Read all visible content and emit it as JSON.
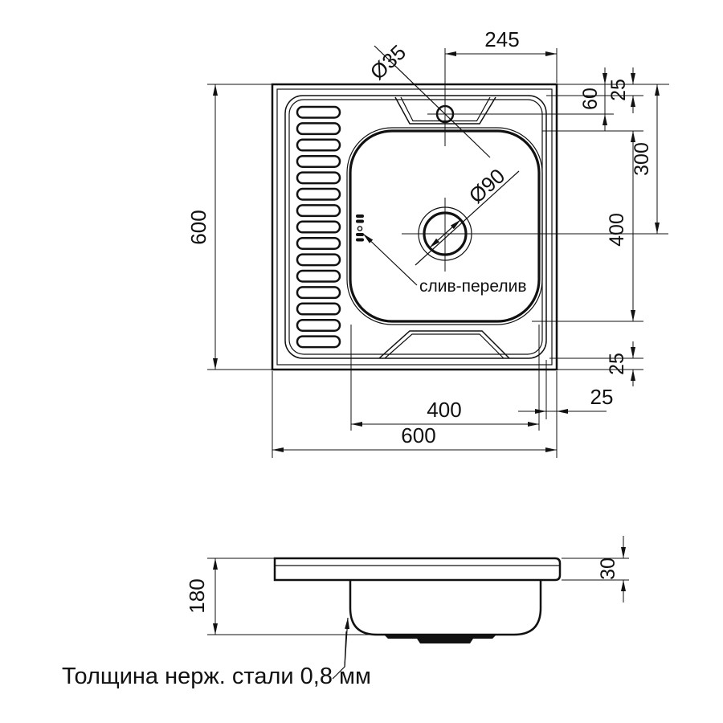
{
  "colors": {
    "line": "#111111",
    "background": "#ffffff"
  },
  "top_view": {
    "dim_overall_width": "600",
    "dim_overall_height": "600",
    "dim_bowl_width": "400",
    "dim_bowl_height": "400",
    "dim_faucet_to_edge": "245",
    "dim_faucet_hole": "Ø35",
    "dim_rim_top": "25",
    "dim_top_to_faucet": "60",
    "dim_top_to_drain": "300",
    "dim_rim_bottom": "25",
    "dim_rim_right": "25",
    "drain_diameter": "Ø90",
    "overflow_label": "слив-перелив"
  },
  "side_view": {
    "dim_total_depth": "180",
    "dim_deck_height": "30"
  },
  "note_steel_thickness": "Толщина нерж. стали 0,8 мм"
}
